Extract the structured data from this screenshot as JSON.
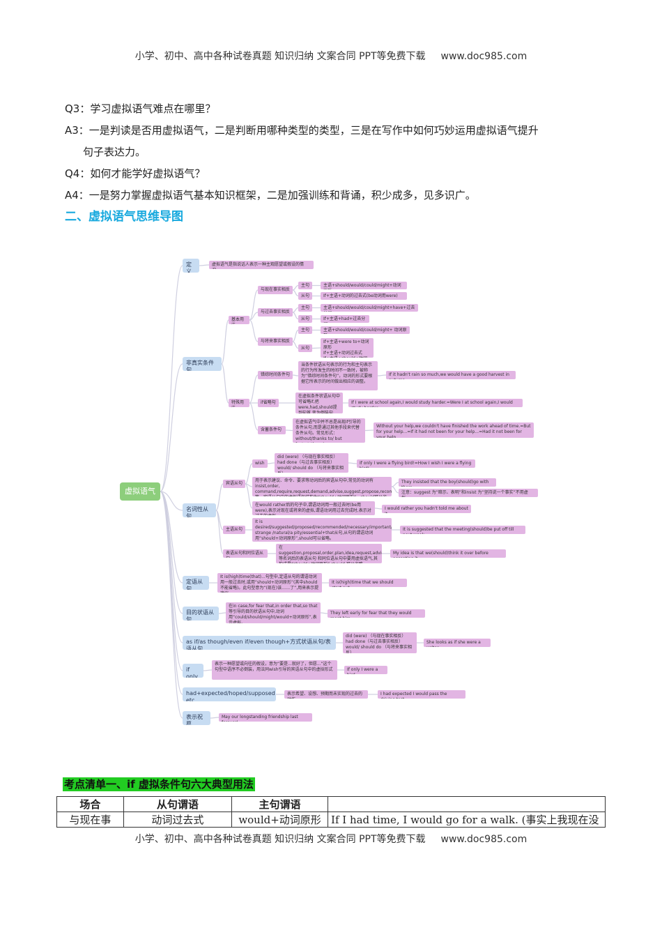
{
  "header": {
    "text": "小学、初中、高中各种试卷真题  知识归纳  文案合同  PPT等免费下载",
    "url": "www.doc985.com"
  },
  "footer": {
    "text": "小学、初中、高中各种试卷真题  知识归纳  文案合同  PPT等免费下载",
    "url": "www.doc985.com"
  },
  "qa": [
    "Q3：学习虚拟语气难点在哪里？",
    "A3：一是判读是否用虚拟语气，二是判断用哪种类型的类型，三是在写作中如何巧妙运用虚拟语气提升",
    "句子表达力。",
    "Q4：如何才能学好虚拟语气？",
    "A4：一是努力掌握虚拟语气基本知识框架，二是加强训练和背诵，积少成多，见多识广。"
  ],
  "section_title": "二、虚拟语气思维导图",
  "mindmap": {
    "root": "虚拟语气",
    "dingyi": "定义",
    "dingyi_desc": "虚拟语气是指说话人表示一种主观愿望或假设的情况。",
    "feizhenshi": "非真实条件句",
    "jiben": "基本用法",
    "xianzai": "与现在事实相反",
    "guoqu": "与过去事实相反",
    "jianglai": "与将来事实相反",
    "zhuju": "主句",
    "congju": "从句",
    "x_main": "主语+should/would/could/might+动词原形",
    "x_sub": "If+主语+动词的过去式(be动词用were)",
    "g_main": "主语+should/would/could/might+have+过去分词",
    "g_sub": "If+主语+had+过去分词",
    "j_main": "主语+should/would/could/might+ 动词原形",
    "j_sub": "If+主语+were to+动词原形\nIf+主语+动词过去式\nIf+主语+should+动词原形",
    "teshu": "特殊用法",
    "cuozong": "错综时间条件句",
    "cuozong_desc": "当条件状语从句表示的行为和主句表示的行为所发生的时间不一致时，被称为“错综时间条件句”，动词的形式要根据它所表示的时间做出相应的调整。",
    "cuozong_ex": "If it hadn't rain so much,we would have a good harvest in autumn.",
    "shenglue": "if省略句",
    "shenglue_desc": "在虚拟条件状语从句中可省略if,把were,had,should提到句首,变为倒装句式。",
    "shenglue_ex": "If I were at school again,I would study harder.=Were I at school again,I would study harder.",
    "hanyin": "含蓄条件句",
    "hanyin_desc": "在虚拟语气中并不总是出现if引导的条件从句,而是通过其他手段来代替条件从句。常见形式：without/thanks to/ but for/or/otherwise",
    "hanyin_ex": "Without your help,we couldn't have finished the work ahead of time.=But for your help...=If it had not been for your help...=Had it not been  for your help...",
    "mingci": "名词性从句",
    "binyu": "宾语从句",
    "wish": "wish",
    "wish_forms": "did (were) （与现在事实相反）\nhad done（与过去事实相反）\nwould/ should do （与将来事实相反）",
    "wish_ex": "If only I were a flying bird!=How I wish I were a flying bird!",
    "jianyi": "用于表示建议、命令、要求等动词后的宾语从句中,常见的动词有 insist,order, command,require,request,demand,advise,suggest,propose,recommend等。宾语从句中的虚拟语气结构为“should+动词原形”，should可以省略。",
    "jianyi_ex": "They insisted that the boy(should)go with them.",
    "jianyi_note": "注意：suggest 为“暗示、表明”和insist 为“坚持说一个事实”不用虚拟。",
    "rather": "在would rather后的句子中,谓语动词用一般过去时(be用were),表示对现在或将来的虚拟,谓语动词用过去完成时,表示对过去的虚拟。",
    "rather_ex": "I would rather you hadn't told me about it.",
    "zhuyu": "主语从句",
    "zhuyu_desc": "It is desired/suggested/proposed/recommended/necessary/important/ strange /natural/a pity/essential+that从句,从句的谓语动词用“should+动词原形”,should可以省略。",
    "zhuyu_ex": "It is suggested that the meeting(should)be put off till next week.",
    "biaoyu": "表语从句和同位语从句",
    "biaoyu_desc": "在suggestion,proposal,order,plan,idea,request,advice等名词后的表语从句 和同位语从句中要用虚拟语气,其构成是“should+动词原形”,should 可以省略。",
    "biaoyu_ex": "My idea is that we(should)think it over before accepting it.",
    "dingyu": "定语从句",
    "dingyu_desc": "It is(high)time(that)...句型中,定语从句的谓语动词用一般过去时,或用“should+动词原形”(其中should不能省略)。此句型意为“(现在)该……了”,用来表示提建议。",
    "dingyu_ex": "It is(high)time that we should start out.",
    "mudi": "目的状语从句",
    "mudi_desc": "在in case,for fear that,in order that,so that等引导的目的状语从句中,动词 用“could/should/might/would+动词原形”,表示虚拟。",
    "mudi_ex": "They left early for fear that they would meet him.",
    "asif": "as if/as though/even if/even though+方式状语从句/表语从句",
    "asif_forms": "did (were) （与现在事实相反）\nhad done（与过去事实相反）\nwould/ should do （与将来事实相反）",
    "asif_ex": "She looks as if she were a writer.",
    "ifonly": "if only",
    "ifonly_desc": "表示一种愿望或向往的假设，意为“要是...就好了，但愿...”这个句型中语序不必倒装，用法同wish引导的宾语从句中的虚拟形式",
    "ifonly_ex": "If only I were a bird",
    "had": "had+expected/hoped/supposed etc.",
    "had_desc": "表示希望、设想、预期而未实现的过去的动作",
    "had_ex": "I had expected I would pass the driving test",
    "zhuyuan": "表示祝愿",
    "zhuyuan_ex": "May our longstanding friendship last forever!"
  },
  "kaodian_title": "考点清单一、if 虚拟条件句六大典型用法",
  "table": {
    "headers": [
      "场合",
      "从句谓语",
      "主句谓语",
      ""
    ],
    "row1": [
      "与现在事",
      "动词过去式",
      "would+动词原形",
      "If I had time, I would go for a walk. (事实上我现在没"
    ]
  }
}
